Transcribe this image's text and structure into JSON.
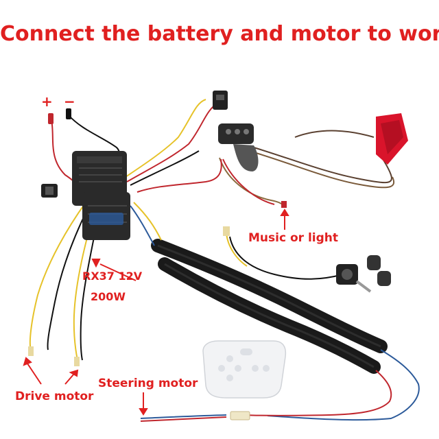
{
  "title": "Connect the battery and motor to work",
  "labels": {
    "plus": "+",
    "minus": "−",
    "music_or_light": "Music or light",
    "controller_model": "RX37 12V",
    "controller_power": "200W",
    "drive_motor": "Drive motor",
    "steering_motor": "Steering motor"
  },
  "colors": {
    "label_red": "#e02020",
    "background": "#ffffff",
    "sleeve": "#1a1a1a",
    "controller_body": "#2a2a2a",
    "red_light_housing": "#d9142b",
    "remote": "#f2f3f5"
  }
}
